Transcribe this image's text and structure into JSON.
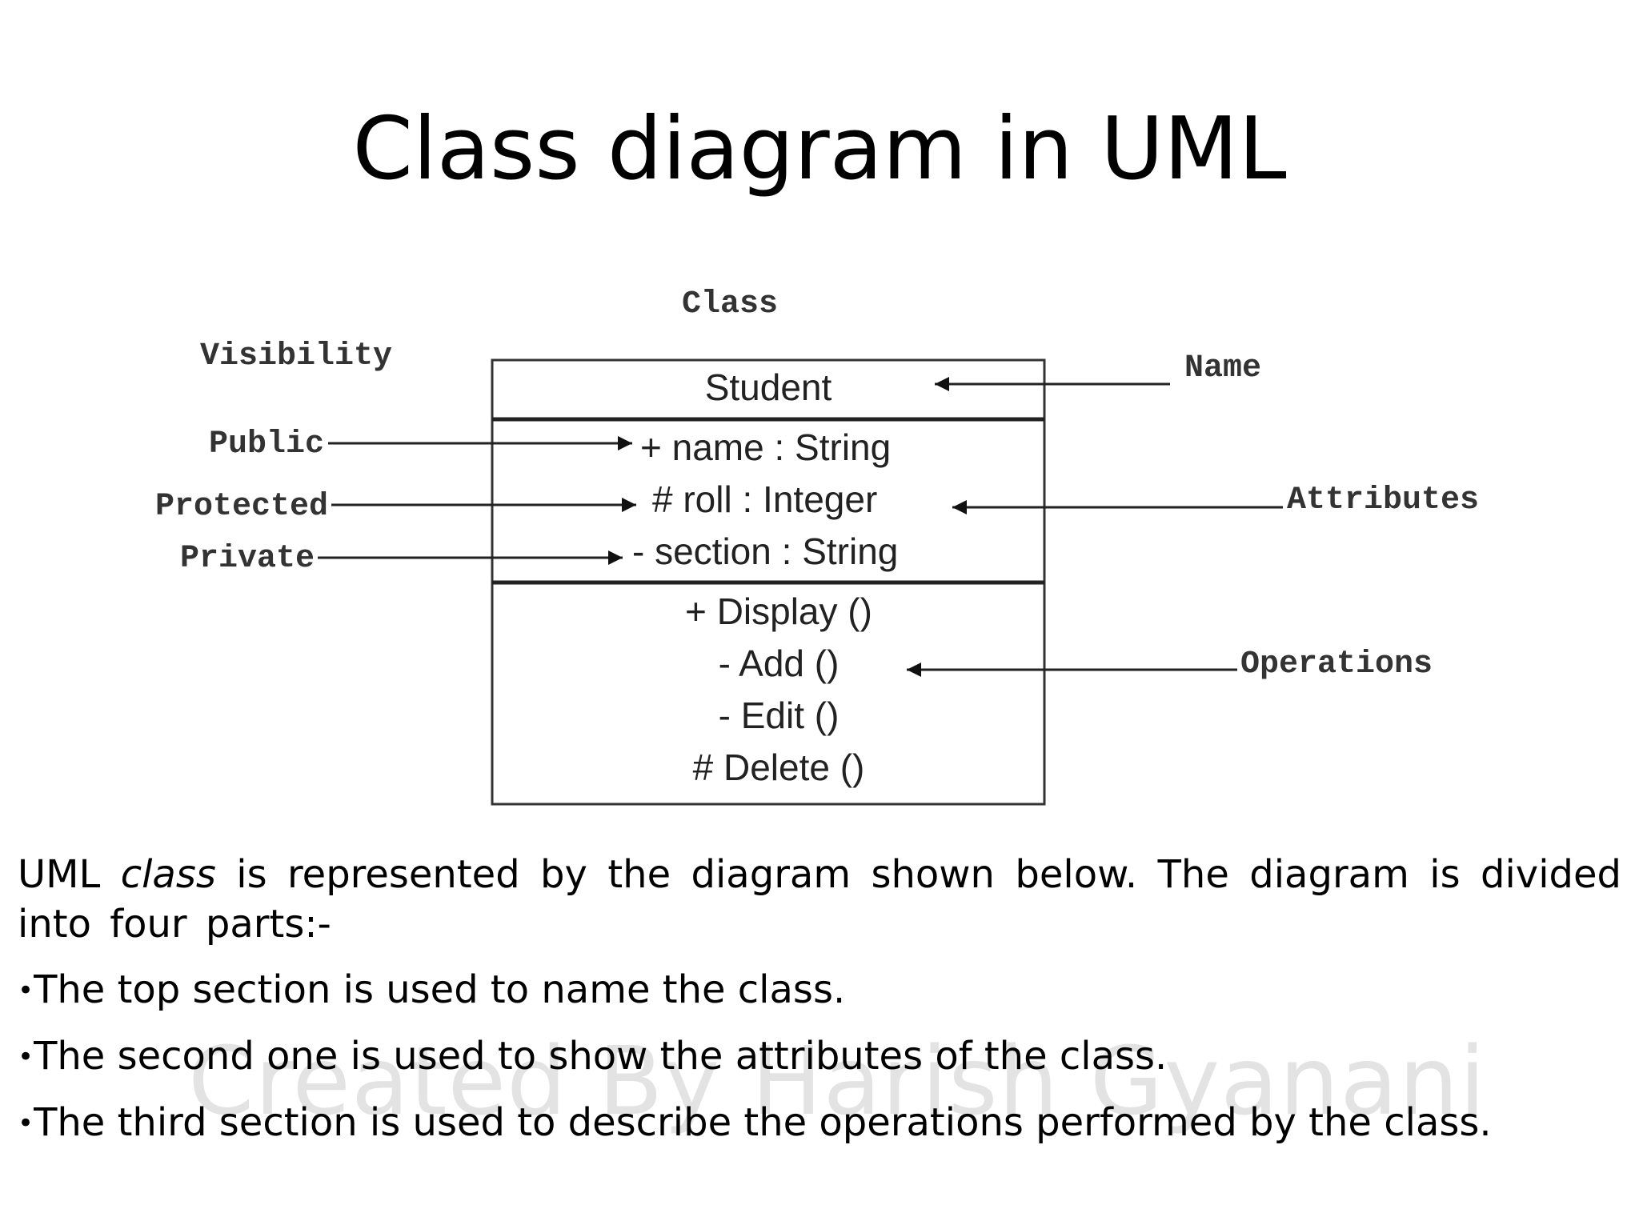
{
  "slide": {
    "title": "Class diagram in UML",
    "watermark": "Created By Harish Gyanani"
  },
  "diagram": {
    "header_label": "Class",
    "visibility_heading": "Visibility",
    "visibility_labels": [
      "Public",
      "Protected",
      "Private"
    ],
    "class_name": "Student",
    "attributes": [
      "+ name : String",
      "# roll : Integer",
      "- section : String"
    ],
    "operations": [
      "+ Display ()",
      "- Add ()",
      "- Edit ()",
      "# Delete ()"
    ],
    "callouts": {
      "name": "Name",
      "attributes": "Attributes",
      "operations": "Operations"
    }
  },
  "body": {
    "intro_before": "UML ",
    "intro_emphasis": "class",
    "intro_after": " is represented by the diagram shown below. The diagram is divided into four parts:-",
    "bullet_char": "•",
    "bullets": [
      "The top section is used to name the class.",
      "The second one is used to show the attributes of the class.",
      "The third section is used to describe the operations performed by the class."
    ]
  }
}
